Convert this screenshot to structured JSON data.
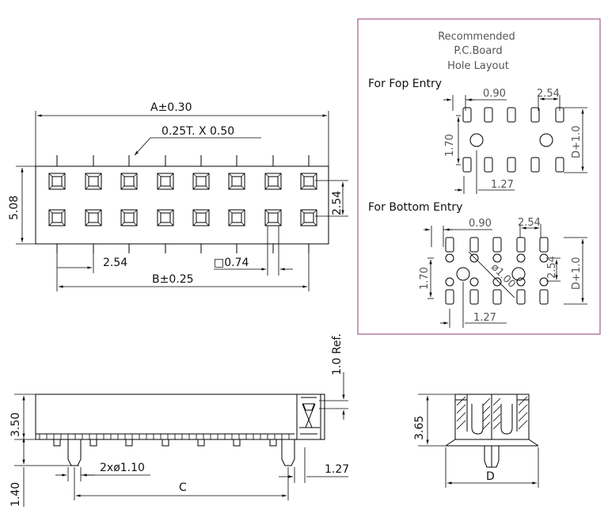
{
  "top_view": {
    "dim_a": "A±0.30",
    "dim_pin": "0.25T. X 0.50",
    "dim_height": "5.08",
    "dim_row_pitch": "2.54",
    "dim_pitch": "2.54",
    "dim_square": "□0.74",
    "dim_b": "B±0.25"
  },
  "pcb_layout": {
    "title_line1": "Recommended",
    "title_line2": "P.C.Board",
    "title_line3": "Hole Layout",
    "top_entry_label": "For Fop Entry",
    "top_dim_090": "0.90",
    "top_dim_254": "2.54",
    "top_dim_170": "1.70",
    "top_dim_d": "D+1.0",
    "top_dim_127": "1.27",
    "bottom_entry_label": "For Bottom Entry",
    "bot_dim_090": "0.90",
    "bot_dim_254_top": "2.54",
    "bot_dim_170": "1.70",
    "bot_dim_100": "ø1.00",
    "bot_dim_254_side": "2.54",
    "bot_dim_d": "D+1.0",
    "bot_dim_127": "1.27"
  },
  "side_view": {
    "dim_ref": "1.0 Ref.",
    "dim_height": "3.50",
    "dim_post": "2xø1.10",
    "dim_127": "1.27",
    "dim_140": "1.40",
    "dim_c": "C"
  },
  "end_view": {
    "dim_height": "3.65",
    "dim_d": "D"
  },
  "colors": {
    "lines": "#000000",
    "panel_border": "#a45a8c",
    "panel_text": "#555555"
  }
}
